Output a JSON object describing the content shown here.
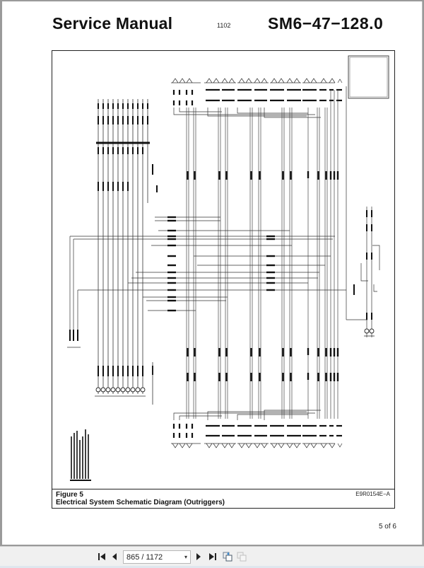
{
  "page": {
    "header": {
      "title": "Service Manual",
      "code": "1102",
      "document_number": "SM6−47−128.0"
    },
    "figure": {
      "number": "Figure 5",
      "caption": "Electrical System Schematic Diagram (Outriggers)",
      "reference": "E9R0154E−A"
    },
    "page_indicator": "5 of 6"
  },
  "toolbar": {
    "first_page_icon": "first-page-icon",
    "prev_page_icon": "previous-page-icon",
    "page_field": "865 / 1172",
    "dropdown_icon": "dropdown-caret-icon",
    "next_page_icon": "next-page-icon",
    "last_page_icon": "last-page-icon",
    "prev_view_icon": "previous-view-icon",
    "next_view_icon": "next-view-icon",
    "first_glyph": "⏮",
    "prev_glyph": "◀",
    "next_glyph": "▶",
    "last_glyph": "⏭",
    "caret_glyph": "▾"
  }
}
